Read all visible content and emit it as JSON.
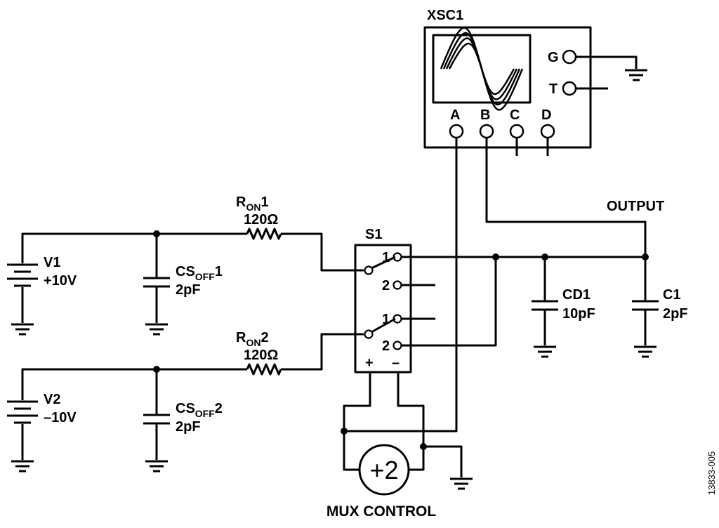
{
  "scope": {
    "name": "XSC1",
    "channels": [
      "A",
      "B",
      "C",
      "D"
    ],
    "ground_label": "G",
    "trigger_label": "T"
  },
  "output_label": "OUTPUT",
  "sources": [
    {
      "name": "V1",
      "value": "+10V"
    },
    {
      "name": "V2",
      "value": "–10V"
    }
  ],
  "resistors": [
    {
      "prefix": "R",
      "sub": "ON",
      "suffix": "1",
      "value": "120Ω"
    },
    {
      "prefix": "R",
      "sub": "ON",
      "suffix": "2",
      "value": "120Ω"
    }
  ],
  "cs_capacitors": [
    {
      "prefix": "CS",
      "sub": "OFF",
      "suffix": "1",
      "value": "2pF"
    },
    {
      "prefix": "CS",
      "sub": "OFF",
      "suffix": "2",
      "value": "2pF"
    }
  ],
  "switch": {
    "name": "S1",
    "pins": [
      "1",
      "2",
      "1",
      "2"
    ],
    "plus": "+",
    "minus": "–"
  },
  "load_capacitors": [
    {
      "name": "CD1",
      "value": "10pF"
    },
    {
      "name": "C1",
      "value": "2pF"
    }
  ],
  "mux": {
    "label": "MUX CONTROL",
    "symbol": "+2"
  },
  "figure_id": "13833-005"
}
